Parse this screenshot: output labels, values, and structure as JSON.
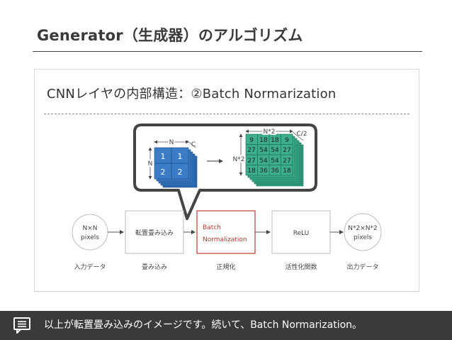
{
  "slide": {
    "title": "Generator（生成器）のアルゴリズム",
    "subtitle": "CNNレイヤの内部構造：②Batch Normarization"
  },
  "diagram": {
    "pipeline": [
      {
        "label": "N×N pixels",
        "caption": "入力データ",
        "shape": "circle"
      },
      {
        "label": "転置畳み込み",
        "caption": "畳み込み",
        "shape": "box"
      },
      {
        "label": "Batch Normalization",
        "caption": "正規化",
        "shape": "box-highlight"
      },
      {
        "label": "ReLU",
        "caption": "活性化関数",
        "shape": "box"
      },
      {
        "label": "N*2×N*2 pixels",
        "caption": "出力データ",
        "shape": "circle"
      }
    ],
    "input_tensor": {
      "width_label": "N",
      "height_label": "N",
      "depth_label": "C",
      "values": [
        [
          "1",
          "1"
        ],
        [
          "2",
          "2"
        ]
      ],
      "color": "#3a78c2"
    },
    "output_tensor": {
      "width_label": "N*2",
      "height_label": "N*2",
      "depth_label": "C/2",
      "values": [
        [
          "9",
          "18",
          "18",
          "9"
        ],
        [
          "27",
          "54",
          "54",
          "27"
        ],
        [
          "27",
          "54",
          "54",
          "27"
        ],
        [
          "18",
          "36",
          "36",
          "18"
        ]
      ],
      "color": "#3aa887"
    },
    "colors": {
      "highlight": "#c0392b",
      "box_border": "#bbbbbb",
      "callout": "#444444"
    }
  },
  "caption": {
    "text": "以上が転置畳み込みのイメージです。続いて、Batch Normarization。",
    "icon": "comment-icon"
  }
}
